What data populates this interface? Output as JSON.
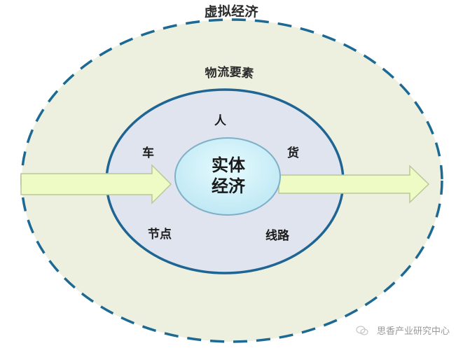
{
  "diagram": {
    "outer_ring": {
      "label": "虚拟经济",
      "fill": "#eef0df",
      "stroke": "#1c6a93",
      "style": "dashed"
    },
    "middle_ring": {
      "label": "物流要素",
      "fill": "#dfe4ef",
      "stroke": "#1f6593",
      "style": "solid"
    },
    "core": {
      "line1": "实体",
      "line2": "经济",
      "fill": "#cdeff7",
      "stroke": "#7fb0c8"
    },
    "elements": [
      "人",
      "车",
      "货",
      "节点",
      "线路"
    ],
    "arrows": {
      "fill": "#eefbc4",
      "stroke": "#b9c79a",
      "direction": "left-to-right"
    }
  },
  "watermark": {
    "text": "思香产业研究中心"
  }
}
